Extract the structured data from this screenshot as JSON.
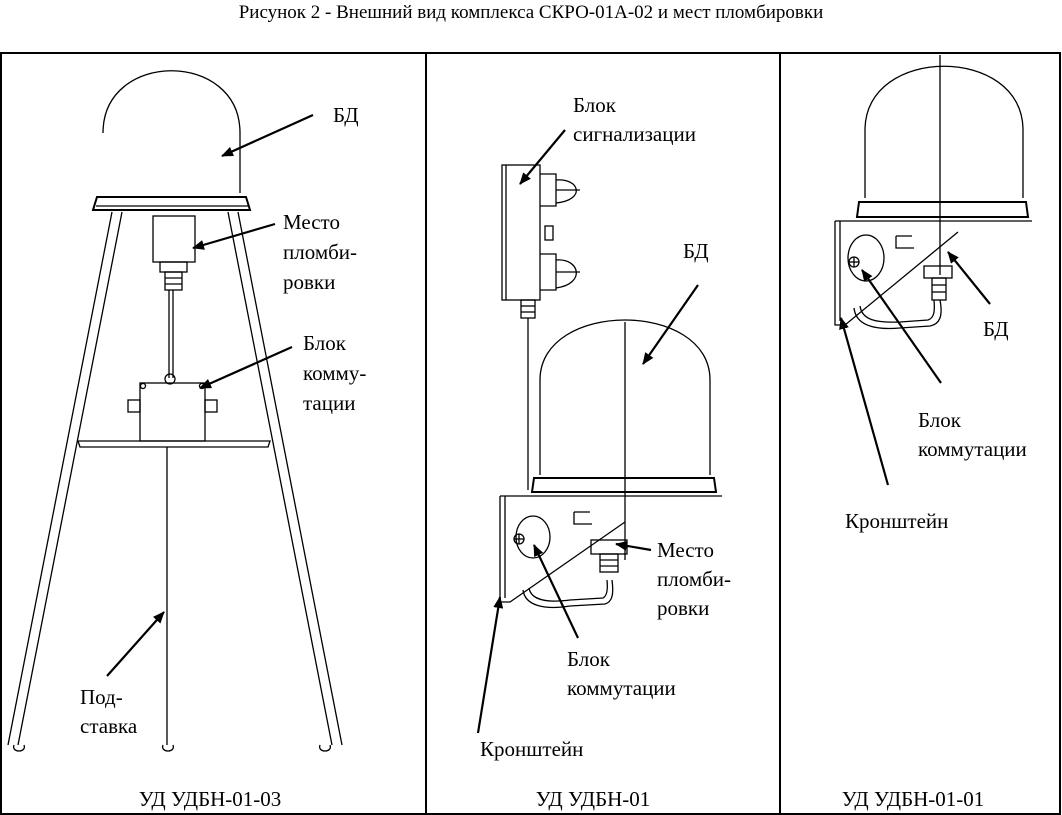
{
  "caption": "Рисунок 2 - Внешний вид комплекса СКРО-01А-02 и мест пломбировки",
  "panel1": {
    "model": "УД  УДБН-01-03",
    "bd": "БД",
    "seal_1": "Место",
    "seal_2": "пломби-",
    "seal_3": "ровки",
    "switch_1": "Блок",
    "switch_2": "комму-",
    "switch_3": "тации",
    "stand_1": "Под-",
    "stand_2": "ставка"
  },
  "panel2": {
    "model": "УД  УДБН-01",
    "signal_1": "Блок",
    "signal_2": "сигнализации",
    "bd": "БД",
    "seal_1": "Место",
    "seal_2": "пломби-",
    "seal_3": "ровки",
    "switch_1": "Блок",
    "switch_2": "коммутации",
    "bracket": "Кронштейн"
  },
  "panel3": {
    "model": "УД УДБН-01-01",
    "bd": "БД",
    "switch_1": "Блок",
    "switch_2": "коммутации",
    "bracket": "Кронштейн"
  }
}
